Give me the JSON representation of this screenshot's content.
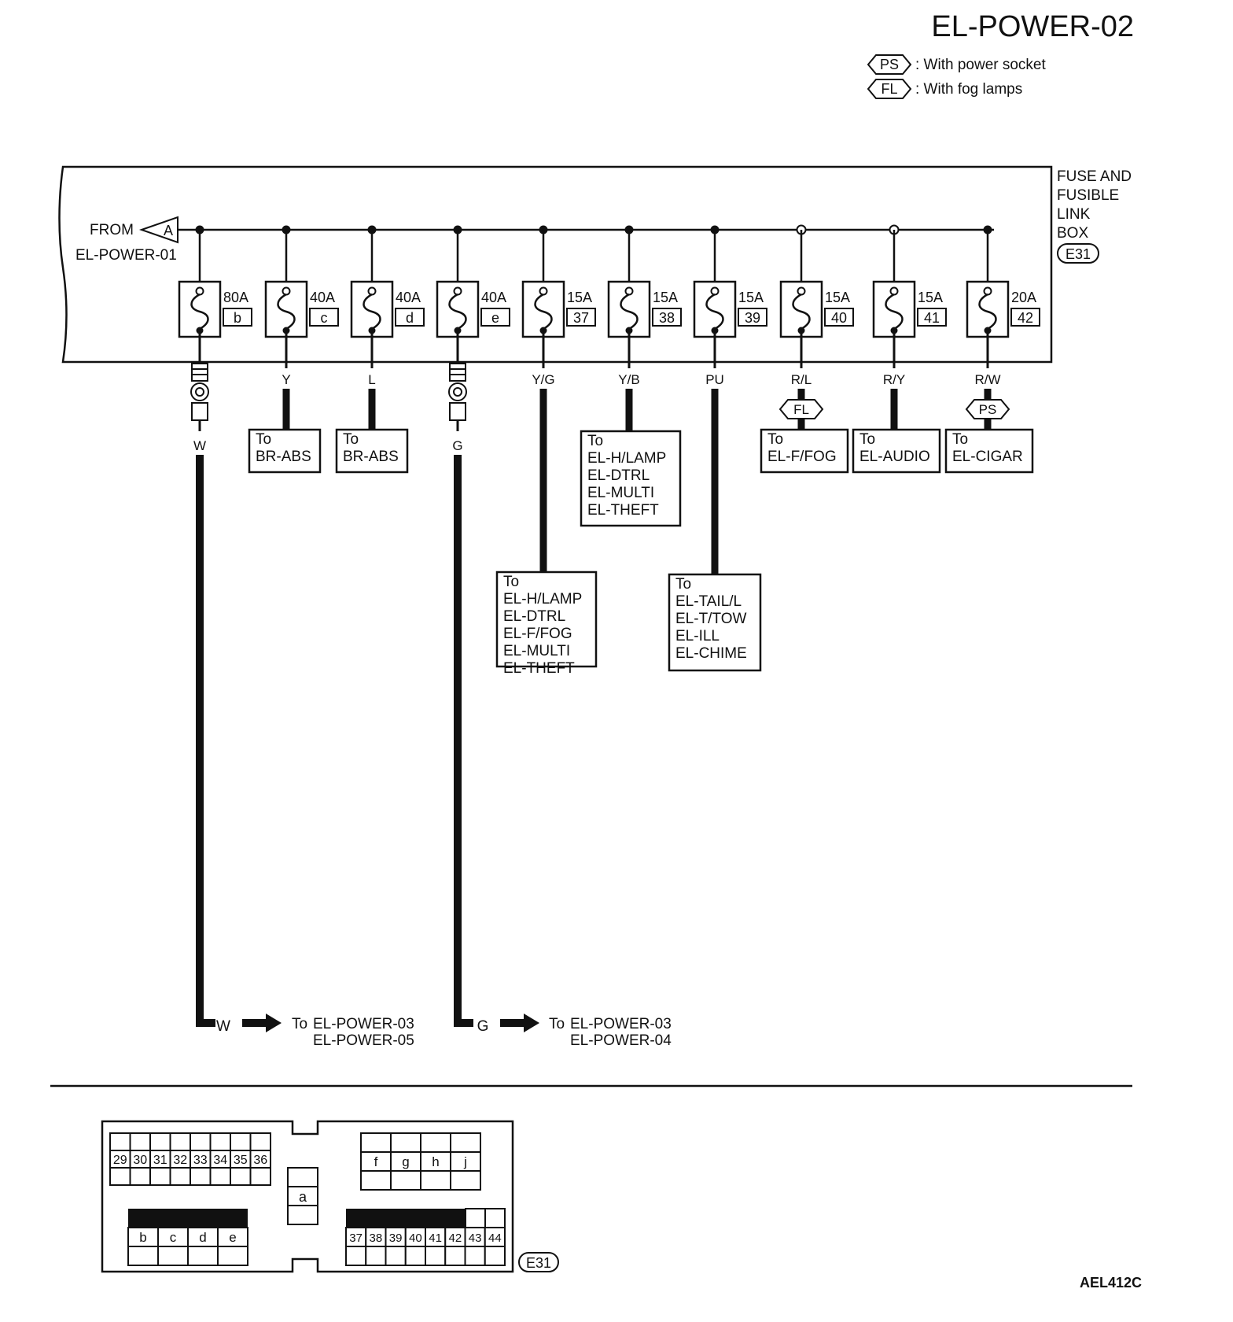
{
  "title": "EL-POWER-02",
  "legend": [
    {
      "code": "PS",
      "text": ": With power socket"
    },
    {
      "code": "FL",
      "text": ": With fog lamps"
    }
  ],
  "source": {
    "from_label": "FROM",
    "connector": "A",
    "page": "EL-POWER-01"
  },
  "box_label": [
    "FUSE AND",
    "FUSIBLE",
    "LINK",
    "BOX"
  ],
  "box_connector": "E31",
  "fuses": [
    {
      "amp": "80A",
      "id": "b",
      "wire": "",
      "dest": []
    },
    {
      "amp": "40A",
      "id": "c",
      "wire": "Y",
      "dest": [
        "To",
        "BR-ABS"
      ]
    },
    {
      "amp": "40A",
      "id": "d",
      "wire": "L",
      "dest": [
        "To",
        "BR-ABS"
      ]
    },
    {
      "amp": "40A",
      "id": "e",
      "wire": "",
      "dest": []
    },
    {
      "amp": "15A",
      "id": "37",
      "wire": "Y/G",
      "dest": [
        "To",
        "EL-H/LAMP",
        "EL-DTRL",
        "EL-F/FOG",
        "EL-MULTI",
        "EL-THEFT"
      ]
    },
    {
      "amp": "15A",
      "id": "38",
      "wire": "Y/B",
      "dest": [
        "To",
        "EL-H/LAMP",
        "EL-DTRL",
        "EL-MULTI",
        "EL-THEFT"
      ]
    },
    {
      "amp": "15A",
      "id": "39",
      "wire": "PU",
      "dest": [
        "To",
        "EL-TAIL/L",
        "EL-T/TOW",
        "EL-ILL",
        "EL-CHIME"
      ]
    },
    {
      "amp": "15A",
      "id": "40",
      "wire": "R/L",
      "dest": [
        "To",
        "EL-F/FOG"
      ],
      "option": "FL"
    },
    {
      "amp": "15A",
      "id": "41",
      "wire": "R/Y",
      "dest": [
        "To",
        "EL-AUDIO"
      ]
    },
    {
      "amp": "20A",
      "id": "42",
      "wire": "R/W",
      "dest": [
        "To",
        "EL-CIGAR"
      ],
      "option": "PS"
    }
  ],
  "long_runs": [
    {
      "wire_top": "W",
      "wire_bottom": "W",
      "to_label": "To",
      "pages": [
        "EL-POWER-03",
        "EL-POWER-05"
      ]
    },
    {
      "wire_top": "G",
      "wire_bottom": "G",
      "to_label": "To",
      "pages": [
        "EL-POWER-03",
        "EL-POWER-04"
      ]
    }
  ],
  "connector_view": {
    "connector": "E31",
    "row1": [
      "29",
      "30",
      "31",
      "32",
      "33",
      "34",
      "35",
      "36"
    ],
    "row_fghj": [
      "f",
      "g",
      "h",
      "j"
    ],
    "center": "a",
    "row_bcde": [
      "b",
      "c",
      "d",
      "e"
    ],
    "row_37_44": [
      "37",
      "38",
      "39",
      "40",
      "41",
      "42",
      "43",
      "44"
    ]
  },
  "figure_code": "AEL412C",
  "colors": {
    "ink": "#111111",
    "paper": "#ffffff"
  }
}
